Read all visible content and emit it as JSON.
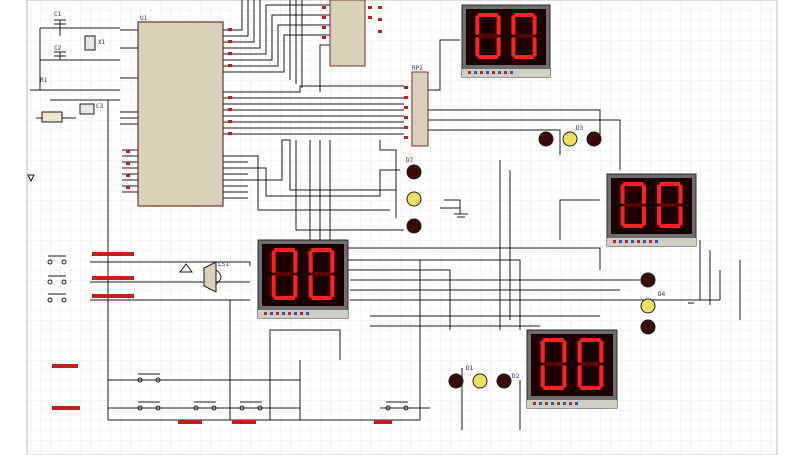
{
  "schematic": {
    "displays": [
      {
        "id": "display-top",
        "value": "00"
      },
      {
        "id": "display-right",
        "value": "00"
      },
      {
        "id": "display-center",
        "value": "00"
      },
      {
        "id": "display-bottom",
        "value": "00"
      }
    ],
    "chip_labels": {
      "mcu_ref": "U1",
      "connector_ref": "RP2",
      "crystal_ref": "X1",
      "cap_c1": "C1",
      "cap_c2": "C2",
      "cap_c3": "C3",
      "resistor_r1": "R1",
      "buzzer_ref": "LS1",
      "led_d7": "D7",
      "led_d3": "D3",
      "led_d4": "D4",
      "led_d1": "D1",
      "led_d2": "D2"
    },
    "colors": {
      "background": "#ffffff",
      "grid": "#d8d8cc",
      "wire": "#1a1a1a",
      "seg_on": "#ff2020",
      "seg_off": "#5a0000",
      "display_body": "#6e6e6e",
      "text_red": "#c01818"
    }
  }
}
